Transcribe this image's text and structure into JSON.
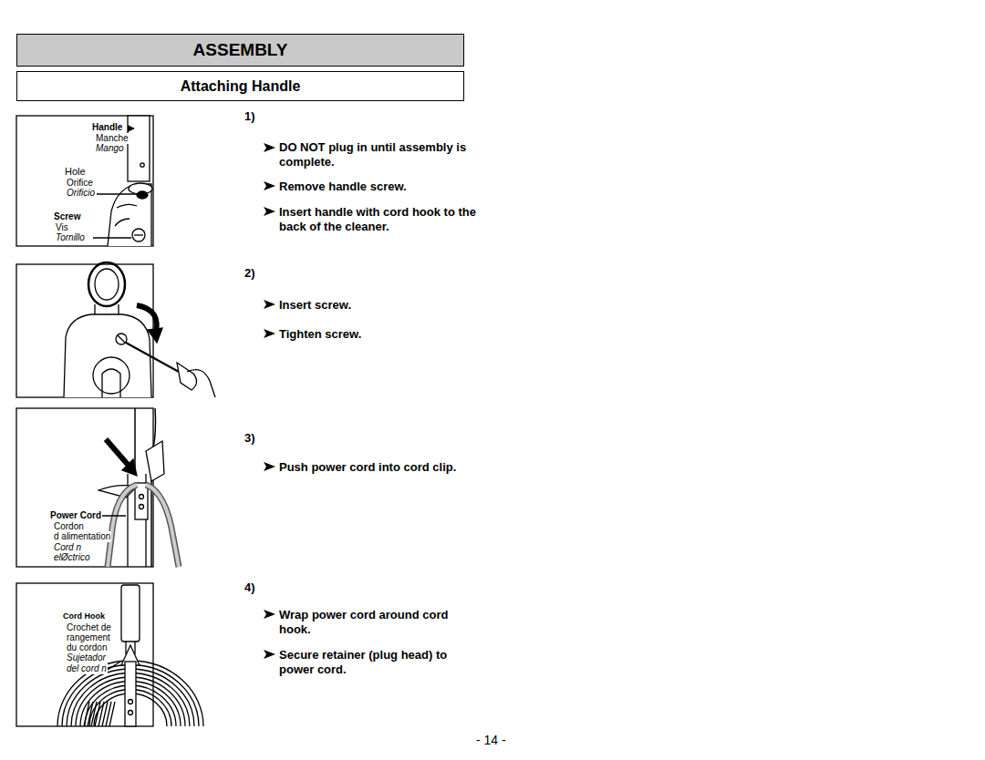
{
  "diagram": {
    "title": "ASSEMBLY",
    "nodes": [
      {
        "text": [
          "ASSEMBLY"
        ]
      },
      {
        "text": [
          "Attaching Handle"
        ]
      }
    ],
    "labels": [
      "Handle",
      "Manche",
      "Mango",
      "Hole",
      "Orifice",
      "Orificio",
      "Screw",
      "Vis",
      "Tornillo",
      "1)",
      "DO NOT plug in until assembly is complete.",
      "Remove handle screw.",
      "Insert handle with cord hook to the back of the cleaner.",
      "2)",
      "Insert screw.",
      "Tighten screw.",
      "Power Cord",
      "Cordon",
      "d alimentation",
      "Cord n",
      "elØctrico",
      "3)",
      "Push power cord into cord clip.",
      "Cord Hook",
      "Crochet de",
      "rangement",
      "du cordon",
      "Sujetador",
      "del cord n",
      "4)",
      "Wrap power cord around cord hook.",
      "Secure retainer (plug head) to power cord.",
      "- 14 -"
    ]
  }
}
